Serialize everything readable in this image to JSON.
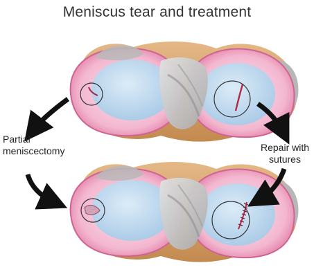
{
  "title": "Meniscus tear and treatment",
  "left_label": "Partial\nmeniscectomy",
  "right_label": "Repair with\nsutures",
  "colors": {
    "meniscus": "#f0a8c4",
    "meniscus_edge": "#d86a98",
    "cartilage": "#bcd9ef",
    "bone": "#d8a56c",
    "ligament": "#c6c6c6",
    "arrow": "#111111"
  }
}
